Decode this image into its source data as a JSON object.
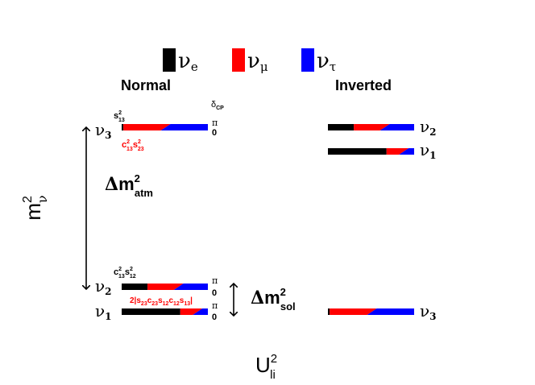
{
  "legend": {
    "items": [
      {
        "symbol": "ν",
        "sub": "e",
        "color": "#000000"
      },
      {
        "symbol": "ν",
        "sub": "μ",
        "color": "#ff0000"
      },
      {
        "symbol": "ν",
        "sub": "τ",
        "color": "#0000ff"
      }
    ]
  },
  "headings": {
    "normal": "Normal",
    "inverted": "Inverted"
  },
  "y_axis": {
    "base": "m",
    "sup": "2",
    "sub": "ν"
  },
  "x_axis": {
    "base": "U",
    "sup": "2",
    "sub": "li"
  },
  "delta_cp": {
    "base": "δ",
    "sub": "CP"
  },
  "phase": {
    "pi": "π",
    "zero": "0"
  },
  "labels": {
    "s13": {
      "base": "s",
      "sup": "2",
      "sub": "13"
    },
    "c13s23": {
      "t1": "c",
      "t1sup": "2",
      "t1sub": "13",
      "t2": "s",
      "t2sup": "2",
      "t2sub": "23"
    },
    "c13s12": {
      "t1": "c",
      "t1sup": "2",
      "t1sub": "13",
      "t2": "s",
      "t2sup": "2",
      "t2sub": "12"
    },
    "interference": {
      "pre": "2|s",
      "s1": "23",
      "c": "c",
      "s2": "23",
      "s": "s",
      "s3": "12",
      "c2": "c",
      "s4": "12",
      "s5": "s",
      "s6": "13",
      "post": "|"
    }
  },
  "dm_atm": {
    "delta": "Δ",
    "m": "m",
    "sup": "2",
    "sub": "atm"
  },
  "dm_sol": {
    "delta": "Δ",
    "m": "m",
    "sup": "2",
    "sub": "sol"
  },
  "levels": {
    "normal": [
      {
        "sym": "ν",
        "sub": "3",
        "fractions": {
          "e": 0.02,
          "mu": 0.49,
          "tau": 0.49
        }
      },
      {
        "sym": "ν",
        "sub": "2",
        "fractions": {
          "e": 0.3,
          "mu": 0.36,
          "tau": 0.34
        }
      },
      {
        "sym": "ν",
        "sub": "1",
        "fractions": {
          "e": 0.68,
          "mu": 0.2,
          "tau": 0.12
        }
      }
    ],
    "inverted": [
      {
        "sym": "ν",
        "sub": "2",
        "fractions": {
          "e": 0.3,
          "mu": 0.36,
          "tau": 0.34
        }
      },
      {
        "sym": "ν",
        "sub": "1",
        "fractions": {
          "e": 0.68,
          "mu": 0.2,
          "tau": 0.12
        }
      },
      {
        "sym": "ν",
        "sub": "3",
        "fractions": {
          "e": 0.02,
          "mu": 0.49,
          "tau": 0.49
        }
      }
    ]
  },
  "colors": {
    "e": "#000000",
    "mu": "#ff0000",
    "tau": "#0000ff",
    "text": "#000000",
    "accent": "#ff0000"
  }
}
